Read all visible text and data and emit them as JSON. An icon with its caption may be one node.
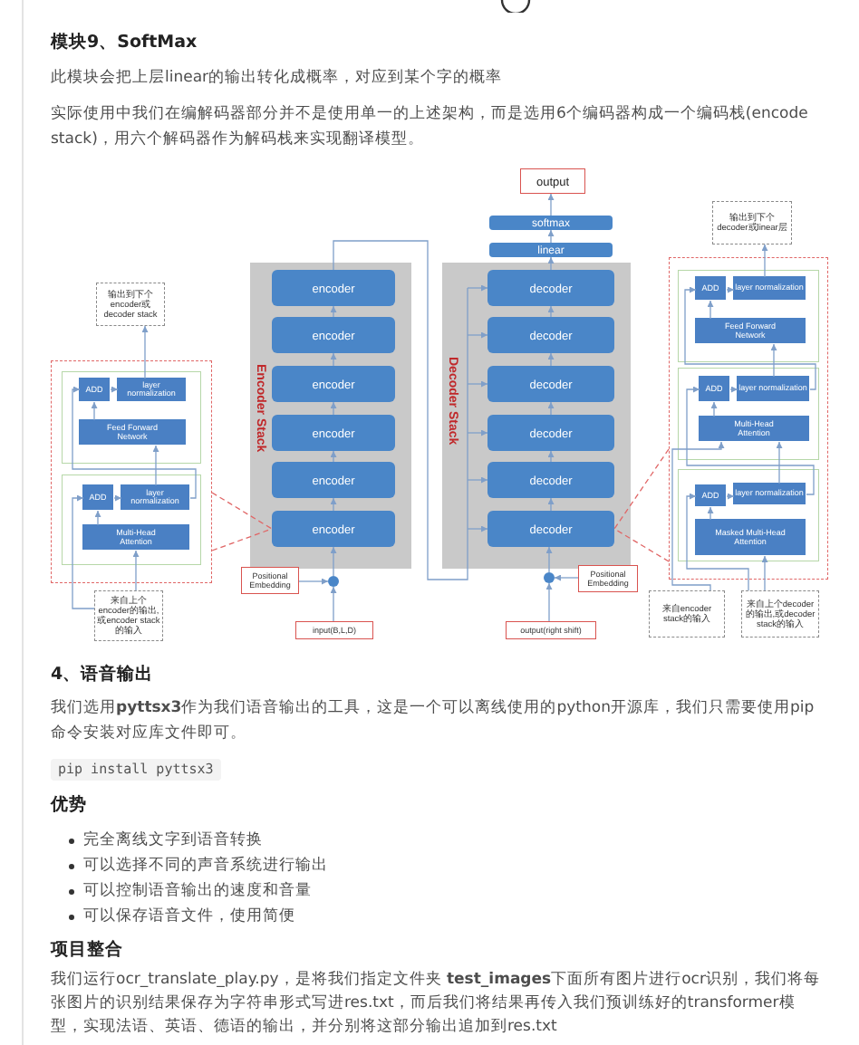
{
  "diagram": {
    "nodes": [
      {
        "text": [
          "output"
        ]
      },
      {
        "text": [
          "softmax"
        ]
      },
      {
        "text": [
          "linear"
        ]
      },
      {
        "text": [
          "Encoder Stack"
        ]
      },
      {
        "text": [
          "encoder"
        ],
        "in": 3
      },
      {
        "text": [
          "encoder"
        ],
        "in": 3
      },
      {
        "text": [
          "encoder"
        ],
        "in": 3
      },
      {
        "text": [
          "encoder"
        ],
        "in": 3
      },
      {
        "text": [
          "encoder"
        ],
        "in": 3
      },
      {
        "text": [
          "encoder"
        ],
        "in": 3
      },
      {
        "text": [
          "Decoder Stack"
        ]
      },
      {
        "text": [
          "decoder"
        ],
        "in": 10
      },
      {
        "text": [
          "decoder"
        ],
        "in": 10
      },
      {
        "text": [
          "decoder"
        ],
        "in": 10
      },
      {
        "text": [
          "decoder"
        ],
        "in": 10
      },
      {
        "text": [
          "decoder"
        ],
        "in": 10
      },
      {
        "text": [
          "decoder"
        ],
        "in": 10
      },
      {
        "text": [
          "Positional Embedding"
        ]
      },
      {
        "text": [],
        "shape": "circle"
      },
      {
        "text": [
          "input(B,L,D)"
        ]
      },
      {
        "text": [
          "Positional Embedding"
        ]
      },
      {
        "text": [],
        "shape": "circle"
      },
      {
        "text": [
          "output(right shift)"
        ]
      },
      {
        "text": [
          "输出到下个encoder或decoder stack"
        ]
      },
      {
        "text": [],
        "shape": "box"
      },
      {
        "text": [],
        "shape": "box",
        "in": 24
      },
      {
        "text": [
          "ADD"
        ],
        "in": 25
      },
      {
        "text": [
          "layer normalization"
        ],
        "in": 25
      },
      {
        "text": [
          "Feed Forward Network"
        ],
        "in": 25
      },
      {
        "text": [],
        "shape": "box",
        "in": 24
      },
      {
        "text": [
          "ADD"
        ],
        "in": 29
      },
      {
        "text": [
          "layer normalization"
        ],
        "in": 29
      },
      {
        "text": [
          "Multi-Head Attention"
        ],
        "in": 29
      },
      {
        "text": [
          "来自上个encoder的输出,或encoder stack的输入"
        ]
      },
      {
        "text": [
          "输出到下个decoder或linear层"
        ]
      },
      {
        "text": [],
        "shape": "box"
      },
      {
        "text": [],
        "shape": "box",
        "in": 35
      },
      {
        "text": [
          "ADD"
        ],
        "in": 36
      },
      {
        "text": [
          "layer normalization"
        ],
        "in": 36
      },
      {
        "text": [
          "Feed Forward Network"
        ],
        "in": 36
      },
      {
        "text": [],
        "shape": "box",
        "in": 35
      },
      {
        "text": [
          "ADD"
        ],
        "in": 40
      },
      {
        "text": [
          "layer normalization"
        ],
        "in": 40
      },
      {
        "text": [
          "Multi-Head Attention"
        ],
        "in": 40
      },
      {
        "text": [],
        "shape": "box",
        "in": 35
      },
      {
        "text": [
          "ADD"
        ],
        "in": 44
      },
      {
        "text": [
          "layer normalization"
        ],
        "in": 44
      },
      {
        "text": [
          "Masked Multi-Head Attention"
        ],
        "in": 44
      },
      {
        "text": [
          "来自encoder stack的输入"
        ]
      },
      {
        "text": [
          "来自上个decoder的输出,或decoder stack的输入"
        ]
      }
    ],
    "edges": [
      {
        "from": 19,
        "to": 18,
        "arrow": "to"
      },
      {
        "from": 17,
        "to": 18,
        "arrow": "to"
      },
      {
        "from": 18,
        "to": 9,
        "arrow": "to"
      },
      {
        "from": 9,
        "to": 8,
        "arrow": "to"
      },
      {
        "from": 8,
        "to": 7,
        "arrow": "to"
      },
      {
        "from": 7,
        "to": 6,
        "arrow": "to"
      },
      {
        "from": 6,
        "to": 5,
        "arrow": "to"
      },
      {
        "from": 5,
        "to": 4,
        "arrow": "to"
      },
      {
        "from": 4,
        "to": 11,
        "arrow": "to"
      },
      {
        "from": 4,
        "to": 12,
        "arrow": "to"
      },
      {
        "from": 4,
        "to": 13,
        "arrow": "to"
      },
      {
        "from": 4,
        "to": 14,
        "arrow": "to"
      },
      {
        "from": 4,
        "to": 15,
        "arrow": "to"
      },
      {
        "from": 4,
        "to": 16,
        "arrow": "to"
      },
      {
        "from": 22,
        "to": 21,
        "arrow": "to"
      },
      {
        "from": 20,
        "to": 21,
        "arrow": "to"
      },
      {
        "from": 21,
        "to": 16,
        "arrow": "to"
      },
      {
        "from": 16,
        "to": 15,
        "arrow": "to"
      },
      {
        "from": 15,
        "to": 14,
        "arrow": "to"
      },
      {
        "from": 14,
        "to": 13,
        "arrow": "to"
      },
      {
        "from": 13,
        "to": 12,
        "arrow": "to"
      },
      {
        "from": 12,
        "to": 11,
        "arrow": "to"
      },
      {
        "from": 11,
        "to": 2,
        "arrow": "to"
      },
      {
        "from": 2,
        "to": 1,
        "arrow": "to"
      },
      {
        "from": 1,
        "to": 0,
        "arrow": "to"
      },
      {
        "from": 24,
        "to": 9,
        "arrow": "none",
        "style": "dashed",
        "color": "#e06666"
      },
      {
        "from": 24,
        "to": 9,
        "arrow": "none",
        "style": "dashed",
        "color": "#e06666"
      },
      {
        "from": 35,
        "to": 16,
        "arrow": "none",
        "style": "dashed",
        "color": "#e06666"
      },
      {
        "from": 35,
        "to": 16,
        "arrow": "none",
        "style": "dashed",
        "color": "#e06666"
      },
      {
        "from": 33,
        "to": 32,
        "arrow": "to"
      },
      {
        "from": 33,
        "to": 30,
        "arrow": "to"
      },
      {
        "from": 32,
        "to": 30,
        "arrow": "to"
      },
      {
        "from": 30,
        "to": 31,
        "arrow": "to"
      },
      {
        "from": 31,
        "to": 28,
        "arrow": "to"
      },
      {
        "from": 31,
        "to": 26,
        "arrow": "to"
      },
      {
        "from": 28,
        "to": 26,
        "arrow": "to"
      },
      {
        "from": 26,
        "to": 27,
        "arrow": "to"
      },
      {
        "from": 27,
        "to": 23,
        "arrow": "to"
      },
      {
        "from": 49,
        "to": 47,
        "arrow": "to"
      },
      {
        "from": 49,
        "to": 45,
        "arrow": "to"
      },
      {
        "from": 47,
        "to": 45,
        "arrow": "to"
      },
      {
        "from": 45,
        "to": 46,
        "arrow": "to"
      },
      {
        "from": 46,
        "to": 43,
        "arrow": "to"
      },
      {
        "from": 48,
        "to": 43,
        "arrow": "to"
      },
      {
        "from": 46,
        "to": 41,
        "arrow": "to"
      },
      {
        "from": 43,
        "to": 41,
        "arrow": "to"
      },
      {
        "from": 41,
        "to": 42,
        "arrow": "to"
      },
      {
        "from": 42,
        "to": 39,
        "arrow": "to"
      },
      {
        "from": 42,
        "to": 37,
        "arrow": "to"
      },
      {
        "from": 39,
        "to": 37,
        "arrow": "to"
      },
      {
        "from": 37,
        "to": 38,
        "arrow": "to"
      },
      {
        "from": 38,
        "to": 34,
        "arrow": "to"
      }
    ],
    "labels": [
      "模块9、SoftMax",
      "此模块会把上层linear的输出转化成概率，对应到某个字的概率",
      "实际使用中我们在编解码器部分并不是使用单一的上述架构，而是选用6个编码器构成一个编码栈(encode stack)，用六个解码器作为解码栈来实现翻译模型。",
      "4、语音输出",
      "我们选用**pyttsx3**作为我们语音输出的工具，这是一个可以离线使用的python开源库，我们只需要使用pip命令安装对应库文件即可。",
      "pip install pyttsx3",
      "优势",
      "完全离线文字到语音转换",
      "可以选择不同的声音系统进行输出",
      "可以控制语音输出的速度和音量",
      "可以保存语音文件，使用简便",
      "项目整合",
      "我们运行ocr_translate_play.py，是将我们指定文件夹 **test_images**下面所有图片进行ocr识别，我们将每张图片的识别结果保存为字符串形式写进res.txt，而后我们将结果再传入我们预训练好的transformer模型，实现法语、英语、德语的输出，并分别将这部分输出追加到res.txt"
    ]
  }
}
